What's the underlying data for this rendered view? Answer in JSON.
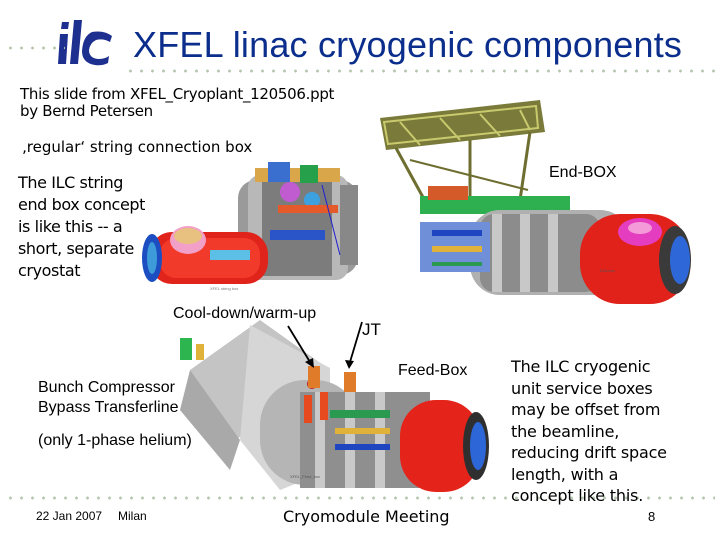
{
  "slide": {
    "title": "XFEL linac cryogenic components",
    "source_line1": "This slide from XFEL_Cryoplant_120506.ppt",
    "source_line2": "by Bernd Petersen",
    "regular_label": "‚regular‘ string connection box",
    "end_box_label": "End-BOX",
    "ilc_string_lines": [
      "The ILC string",
      "end box concept",
      "is like this -- a",
      "short, separate",
      "cryostat"
    ],
    "cooldown_label": "Cool-down/warm-up",
    "jt_label": "JT",
    "feed_box_label": "Feed-Box",
    "bunch_lines": [
      "Bunch Compressor",
      "Bypass Transferline"
    ],
    "one_phase_label": "(only 1-phase helium)",
    "service_lines": [
      "The ILC cryogenic",
      "unit service boxes",
      "may be offset from",
      "the beamline,",
      "reducing drift space",
      "length, with a",
      "concept like this."
    ]
  },
  "footer": {
    "date": "22 Jan 2007",
    "location": "Milan",
    "meeting": "Cryomodule Meeting",
    "page_number": "8"
  },
  "colors": {
    "title": "#0b2e8c",
    "logo": "#1d2f8f",
    "dots": "#b8c8b0"
  }
}
